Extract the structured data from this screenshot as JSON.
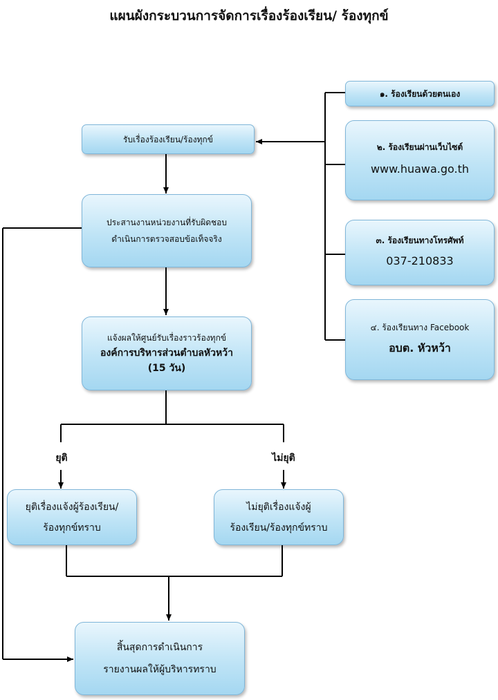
{
  "title": "แผนผังกระบวนการจัดการเรื่องร้องเรียน/ ร้องทุกข์",
  "channels": [
    {
      "label": "๑. ร้องเรียนด้วยตนเอง"
    },
    {
      "label": "๒. ร้องเรียนผ่านเว็บไซต์",
      "detail": "www.huawa.go.th"
    },
    {
      "label": "๓. ร้องเรียนทางโทรศัพท์",
      "detail": "037-210833"
    },
    {
      "label": "๔. ร้องเรียนทาง Facebook",
      "detail": "อบต. หัวหว้า"
    }
  ],
  "steps": {
    "receive": "รับเรื่องร้องเรียน/ร้องทุกข์",
    "coordinate_line1": "ประสานงานหน่วยงานที่รับผิดชอบ",
    "coordinate_line2": "ดำเนินการตรวจสอบข้อเท็จจริง",
    "notify_line1": "แจ้งผลให้ศูนย์รับเรื่องราวร้องทุกข์",
    "notify_line2": "องค์การบริหารส่วนตำบลหัวหว้า",
    "notify_line3": "(15 วัน)"
  },
  "branches": {
    "stop_label": "ยุติ",
    "not_stop_label": "ไม่ยุติ",
    "stop_line1": "ยุติเรื่องแจ้งผู้ร้องเรียน/",
    "stop_line2": "ร้องทุกข์ทราบ",
    "not_stop_line1": "ไม่ยุติเรื่องแจ้งผู้",
    "not_stop_line2": "ร้องเรียน/ร้องทุกข์ทราบ"
  },
  "end": {
    "line1": "สิ้นสุดการดำเนินการ",
    "line2": "รายงานผลให้ผู้บริหารทราบ"
  }
}
